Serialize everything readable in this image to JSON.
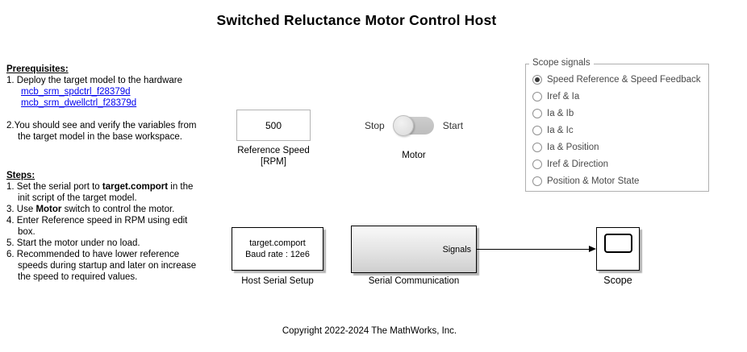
{
  "title": "Switched Reluctance Motor Control Host",
  "colors": {
    "link": "#0000EE"
  },
  "prerequisites": {
    "heading": "Prerequisites:",
    "line1": "1. Deploy the target model to the hardware",
    "links": [
      "mcb_srm_spdctrl_f28379d",
      "mcb_srm_dwellctrl_f28379d"
    ],
    "line2a": "2.You should see and verify the variables from",
    "line2b": "the target model in the base workspace."
  },
  "steps": {
    "heading": "Steps:",
    "s1_pre": "1. Set the serial port to ",
    "s1_bold": "target.comport",
    "s1_post": " in the",
    "s1_cont": "init script of the target model.",
    "s3_pre": "3. Use ",
    "s3_bold": "Motor",
    "s3_post": " switch to control the motor.",
    "s4a": "4. Enter Reference speed in RPM using edit",
    "s4b": "box.",
    "s5": "5. Start the motor under no load.",
    "s6a": "6. Recommended to have lower reference",
    "s6b": "speeds during startup and later on increase",
    "s6c": "the speed to required values."
  },
  "reference_speed": {
    "value": "500",
    "label_line1": "Reference Speed",
    "label_line2": "[RPM]"
  },
  "motor_switch": {
    "left_label": "Stop",
    "right_label": "Start",
    "caption": "Motor",
    "state": "Stop"
  },
  "scope_signals": {
    "legend": "Scope signals",
    "selected_index": 0,
    "options": [
      "Speed Reference & Speed Feedback",
      "Iref & Ia",
      "Ia & Ib",
      "Ia & Ic",
      "Ia & Position",
      "Iref & Direction",
      "Position & Motor State"
    ]
  },
  "host_serial_setup": {
    "line1": "target.comport",
    "line2": "Baud rate : 12e6",
    "label": "Host Serial Setup"
  },
  "serial_communication": {
    "port_label": "Signals",
    "label": "Serial Communication"
  },
  "scope": {
    "label": "Scope"
  },
  "copyright": "Copyright 2022-2024 The MathWorks, Inc."
}
